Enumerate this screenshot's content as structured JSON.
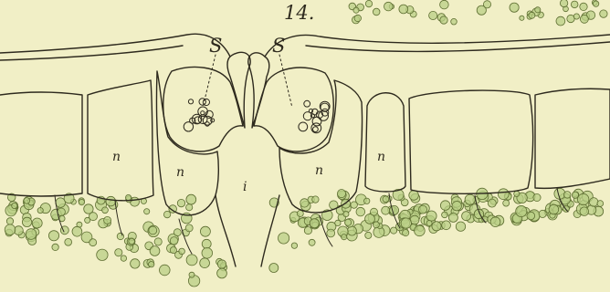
{
  "figure": {
    "number": "14.",
    "labels": {
      "stoma_left": "S",
      "stoma_right": "S",
      "cell_1": "n",
      "cell_2": "n",
      "cell_3": "n",
      "cell_4": "n",
      "chamber": "i"
    }
  },
  "colors": {
    "paper": "#f1efc6",
    "ink": "#2e2a1e",
    "chloroplast_fill": "#b9cf86",
    "chloroplast_stroke": "#5d6d31"
  }
}
